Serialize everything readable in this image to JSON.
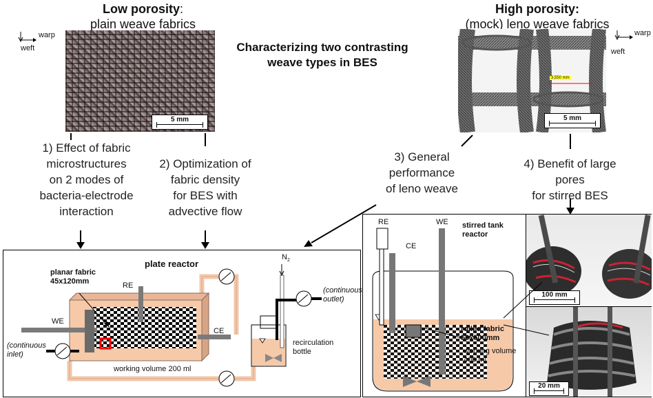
{
  "low": {
    "title": "Low porosity",
    "title_suffix": ":",
    "subtitle": "plain weave fabrics",
    "scale": "5 mm"
  },
  "high": {
    "title": "High porosity:",
    "subtitle": "(mock) leno weave fabrics",
    "scale": "5 mm",
    "measure": "3,550 mm"
  },
  "center_title": [
    "Characterizing two contrasting",
    "weave types in BES"
  ],
  "orientation": {
    "warp": "warp",
    "weft": "weft"
  },
  "captions": {
    "c1": [
      "1) Effect of fabric",
      "microstructures",
      "on 2 modes of",
      "bacteria-electrode",
      "interaction"
    ],
    "c2": [
      "2) Optimization of",
      "fabric density",
      "for BES with",
      "advective flow"
    ],
    "c3": [
      "3) General",
      "performance",
      "of leno weave"
    ],
    "c4": [
      "4) Benefit of large",
      "pores",
      "for stirred BES"
    ]
  },
  "plate": {
    "title": "plate reactor",
    "fabric": [
      "planar fabric",
      "45x120mm"
    ],
    "re": "RE",
    "we": "WE",
    "ce": "CE",
    "n2": "N",
    "n2_sub": "2",
    "cont_outlet": [
      "(continuous",
      "outlet)"
    ],
    "cont_inlet": [
      "(continuous",
      "inlet)"
    ],
    "bottle": [
      "recirculation",
      "bottle"
    ],
    "volume": "working volume 200 ml"
  },
  "stirred": {
    "title": [
      "stirred tank",
      "reactor"
    ],
    "re": "RE",
    "ce": "CE",
    "we": "WE",
    "fabric": [
      "rolled fabric",
      "50x500mm"
    ],
    "volume": [
      "working volume",
      "400 ml"
    ],
    "scale_top": "100 mm",
    "scale_bottom": "20 mm"
  },
  "colors": {
    "tank_fill": "#f6c9a8",
    "tube": "#f3c7ab",
    "highlight": "#ff0000",
    "measure_bg": "#ffff33"
  }
}
